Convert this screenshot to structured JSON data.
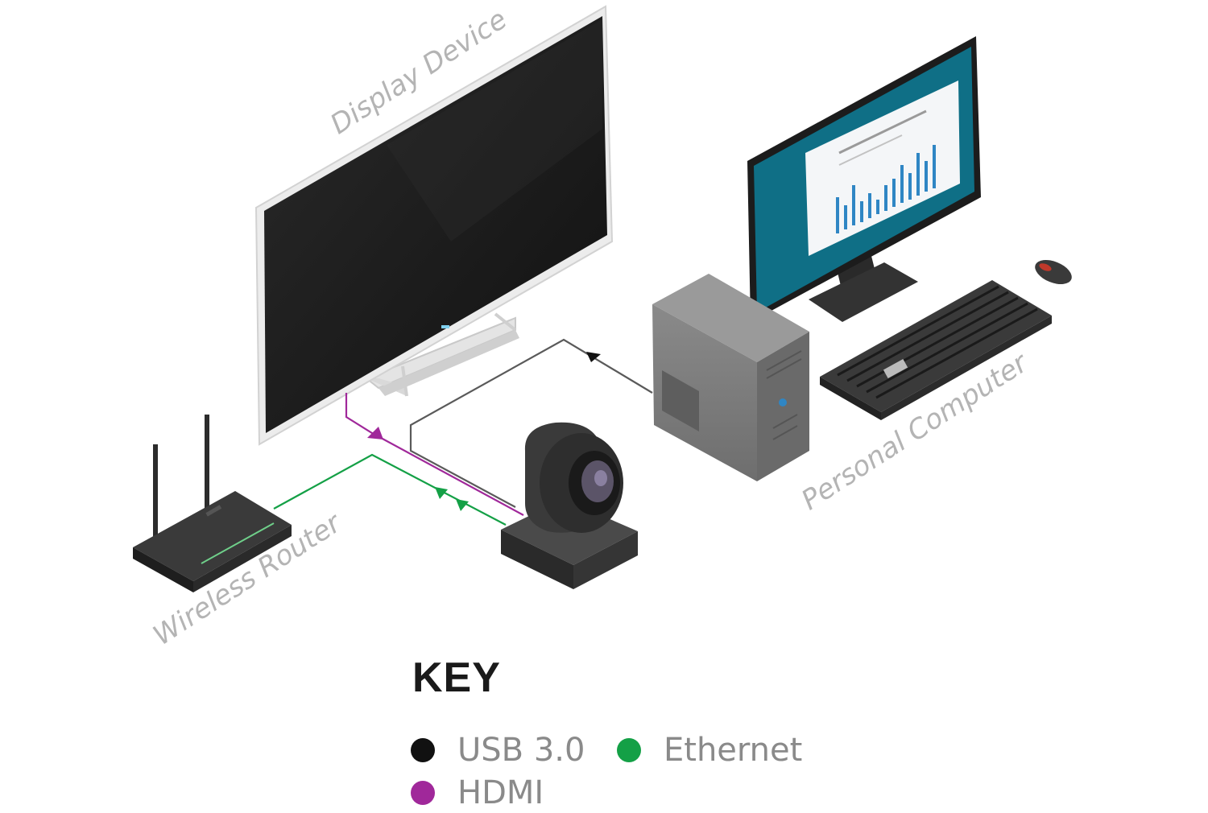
{
  "labels": {
    "display": "Display Device",
    "computer": "Personal Computer",
    "router": "Wireless Router"
  },
  "legend": {
    "title": "KEY",
    "items": [
      {
        "label": "USB 3.0",
        "color": "#111111"
      },
      {
        "label": "Ethernet",
        "color": "#14a046"
      },
      {
        "label": "HDMI",
        "color": "#a0289a"
      }
    ]
  },
  "colors": {
    "usb": "#111111",
    "ethernet": "#14a046",
    "hdmi": "#a0289a",
    "monitor_screen": "#0f6f86"
  }
}
